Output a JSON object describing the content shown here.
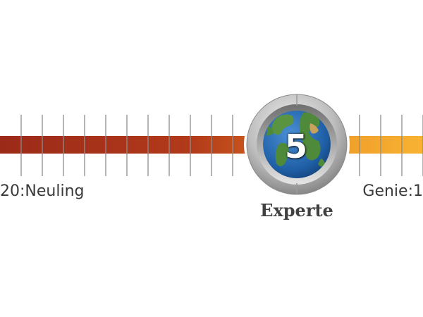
{
  "scale": {
    "left_label": "20:Neuling",
    "right_label": "Genie:1",
    "level_number": "5",
    "level_name": "Experte",
    "tick_count": 20,
    "current_level": 5,
    "max_level": 20,
    "min_level": 1
  },
  "colors": {
    "bar_start": "#9b2a18",
    "bar_mid": "#c4501a",
    "bar_end": "#f7b02f",
    "tick": "#8c8c8c",
    "text": "#3a3a3a",
    "ring_light": "#e6e6e6",
    "ring_dark": "#7a7a7a",
    "ocean": "#1f5fa6",
    "land": "#4f8a3a"
  },
  "icons": {
    "globe": "globe-icon"
  }
}
